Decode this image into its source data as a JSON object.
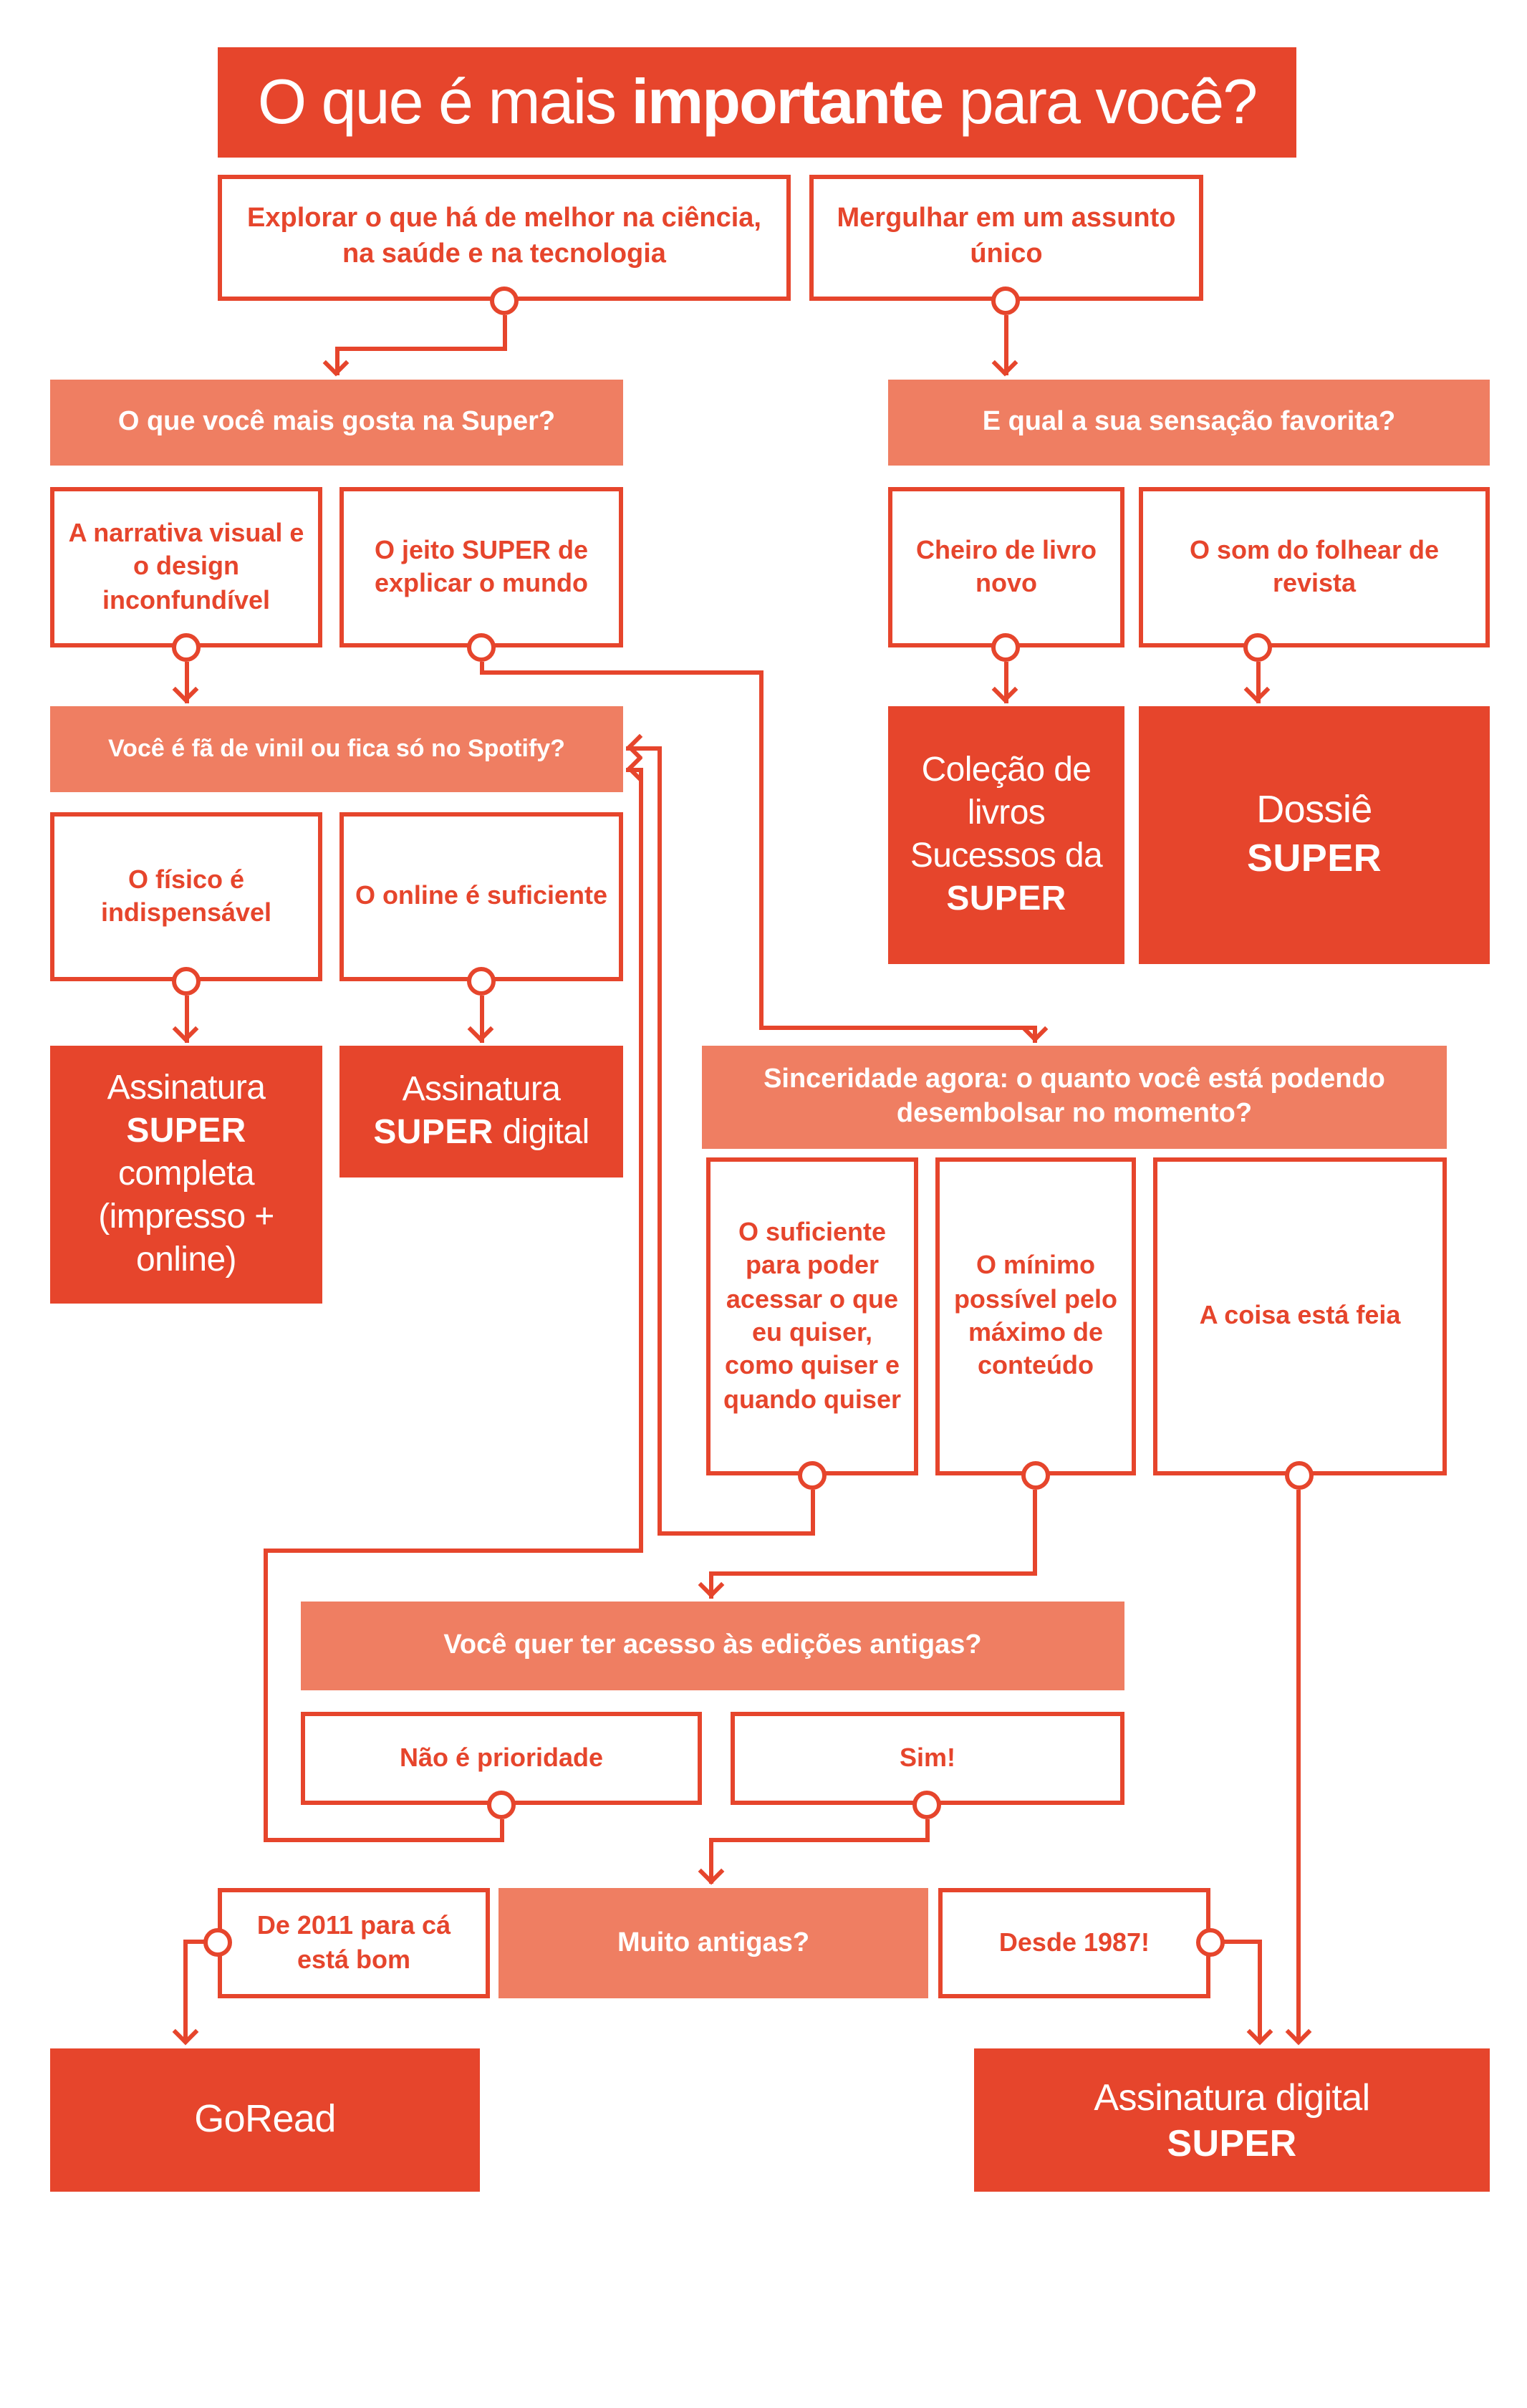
{
  "colors": {
    "red": "#e6452c",
    "salmon": "#ef7e62",
    "background": "#ffffff"
  },
  "title": {
    "pre": "O que é mais ",
    "emphasis": "importante",
    "post": " para você?"
  },
  "nodes": {
    "explorar": {
      "label": "Explorar o que há de melhor na ciência, na saúde e na tecnologia"
    },
    "mergulhar": {
      "label": "Mergulhar em um assunto único"
    },
    "gosta": {
      "label": "O que você mais gosta na Super?"
    },
    "sensacao": {
      "label": "E qual a sua sensação favorita?"
    },
    "narrativa": {
      "label": "A narrativa visual e o design inconfundível"
    },
    "jeito": {
      "label": "O jeito SUPER de explicar o mundo"
    },
    "cheiro": {
      "label": "Cheiro de livro novo"
    },
    "som": {
      "label": "O som do folhear de revista"
    },
    "colecao": {
      "pre": "Coleção de livros Sucessos da",
      "super": "SUPER"
    },
    "dossie": {
      "pre": "Dossiê",
      "super": "SUPER"
    },
    "vinil": {
      "label": "Você é fã de vinil ou fica só no Spotify?"
    },
    "fisico": {
      "label": "O físico é indispensável"
    },
    "online": {
      "label": "O online é suficiente"
    },
    "assinatura_completa": {
      "line1": "Assinatura",
      "super": "SUPER",
      "line2_rest": "completa",
      "line3": "(impresso + online)"
    },
    "assinatura_digital": {
      "line1": "Assinatura",
      "super": "SUPER",
      "line2_rest": "digital"
    },
    "sinceridade": {
      "label": "Sinceridade agora: o quanto você está podendo desembolsar no momento?"
    },
    "suficiente": {
      "label": "O suficiente para poder acessar o que eu quiser, como quiser e quando quiser"
    },
    "minimo": {
      "label": "O mínimo possível pelo máximo de conteúdo"
    },
    "feia": {
      "label": "A coisa está feia"
    },
    "edicoes": {
      "label": "Você quer ter acesso às edições antigas?"
    },
    "nao_prioridade": {
      "label": "Não é prioridade"
    },
    "sim": {
      "label": "Sim!"
    },
    "de2011": {
      "label": "De 2011 para cá está bom"
    },
    "muito_antigas": {
      "label": "Muito antigas?"
    },
    "desde1987": {
      "label": "Desde 1987!"
    },
    "goread": {
      "label": "GoRead"
    },
    "assinatura_digital_super": {
      "line1": "Assinatura digital",
      "super": "SUPER"
    }
  }
}
